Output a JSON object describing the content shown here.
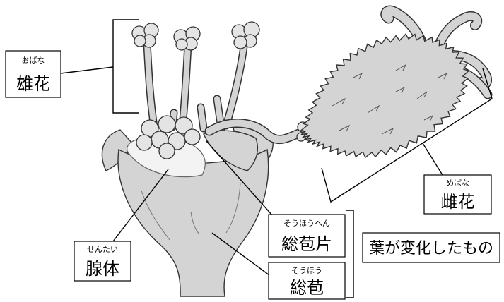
{
  "diagram": {
    "male_flower": {
      "ruby": "おばな",
      "label": "雄花"
    },
    "female_flower": {
      "ruby": "めばな",
      "label": "雌花"
    },
    "gland": {
      "ruby": "せんたい",
      "label": "腺体"
    },
    "involucre_lobe": {
      "ruby": "そうほうへん",
      "label": "総苞片"
    },
    "involucre": {
      "ruby": "そうほう",
      "label": "総苞"
    },
    "modified_leaf_note": "葉が変化したもの"
  },
  "colors": {
    "outline": "#333333",
    "plant_fill": "#d4d4d4",
    "highlight": "#f3f3f3",
    "line": "#000000"
  }
}
